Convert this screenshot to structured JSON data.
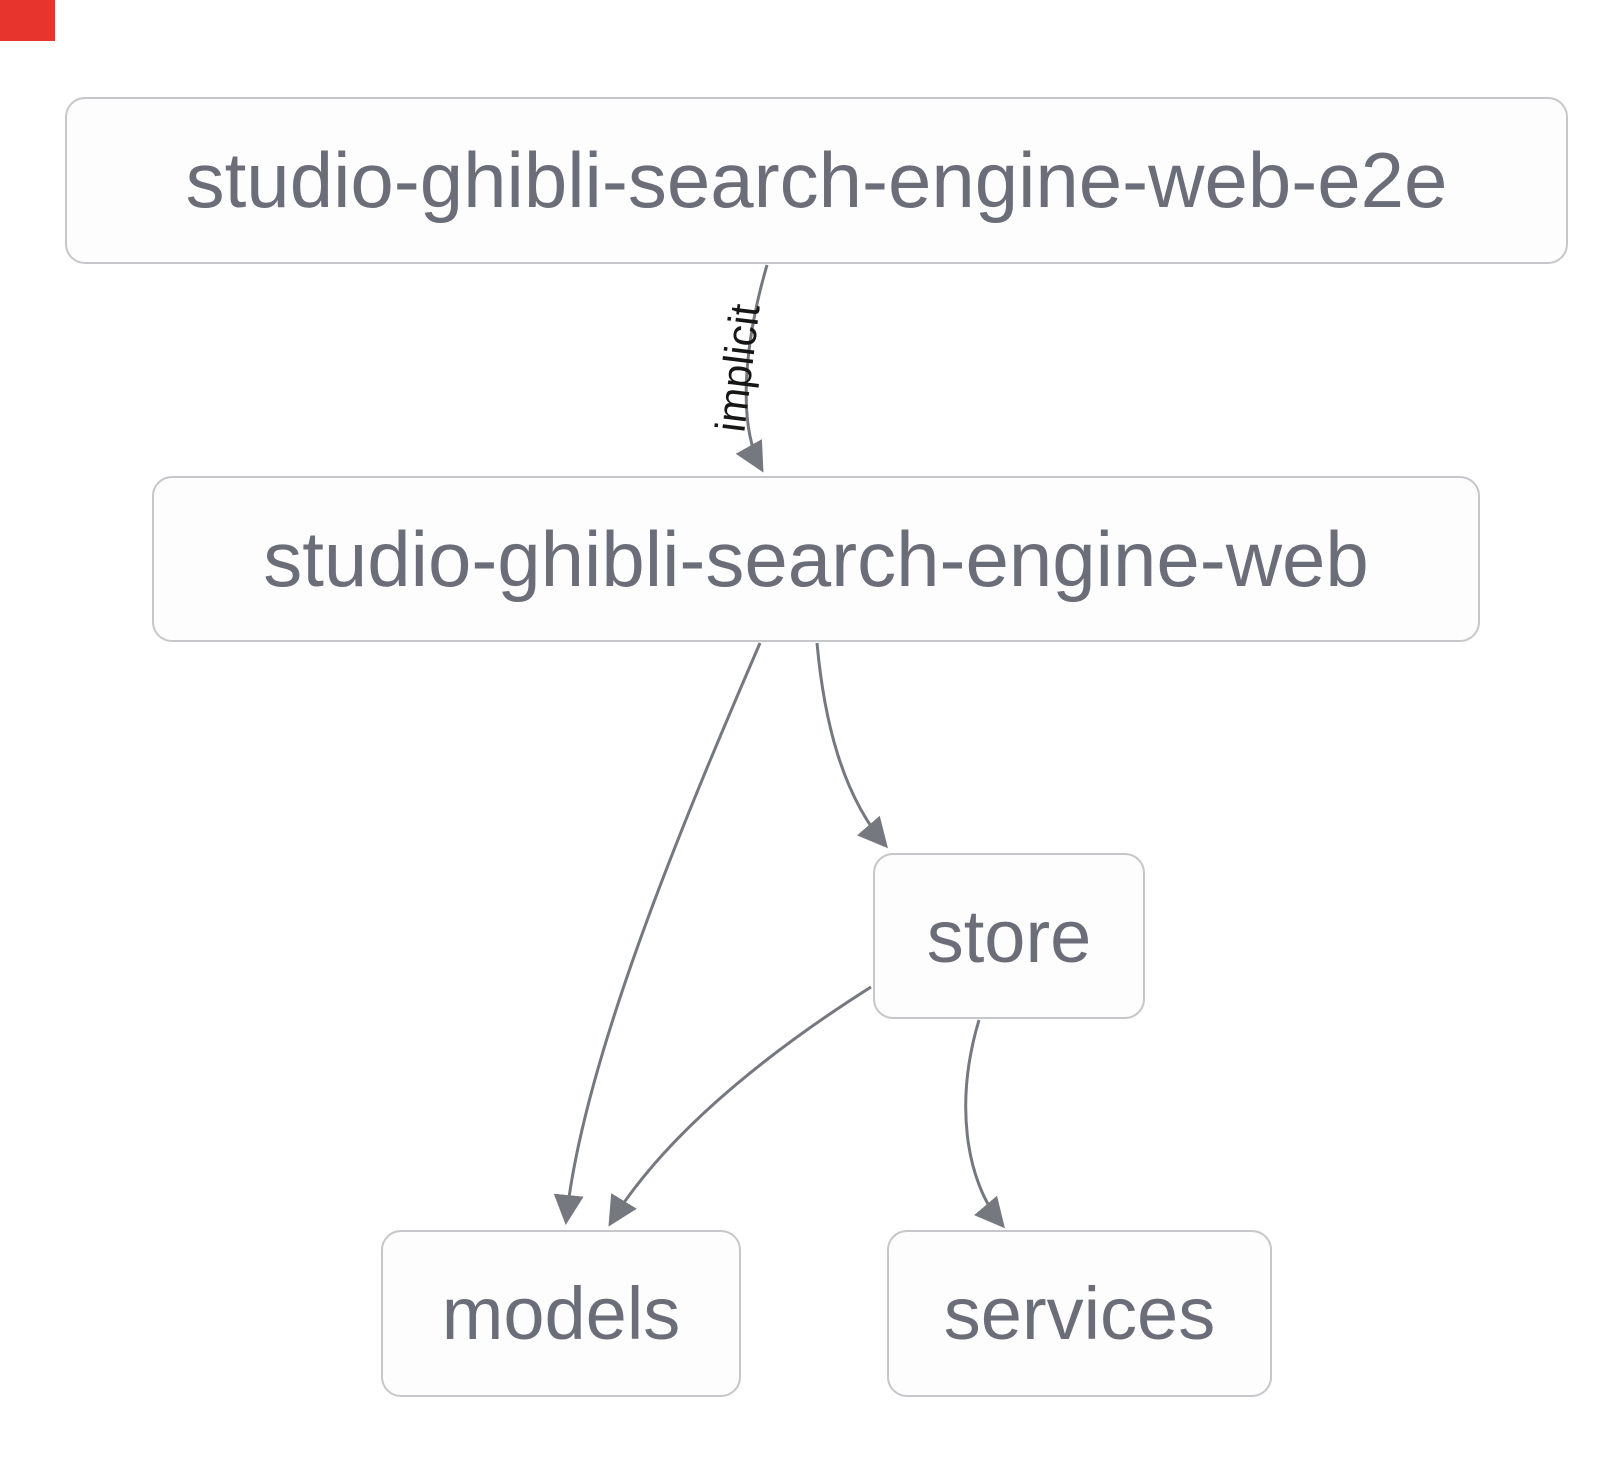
{
  "graph": {
    "nodes": [
      {
        "id": "e2e",
        "label": "studio-ghibli-search-engine-web-e2e"
      },
      {
        "id": "web",
        "label": "studio-ghibli-search-engine-web"
      },
      {
        "id": "store",
        "label": "store"
      },
      {
        "id": "models",
        "label": "models"
      },
      {
        "id": "services",
        "label": "services"
      }
    ],
    "edges": [
      {
        "from": "studio-ghibli-search-engine-web-e2e",
        "to": "studio-ghibli-search-engine-web",
        "label": "implicit"
      },
      {
        "from": "studio-ghibli-search-engine-web",
        "to": "models",
        "label": ""
      },
      {
        "from": "studio-ghibli-search-engine-web",
        "to": "store",
        "label": ""
      },
      {
        "from": "store",
        "to": "models",
        "label": ""
      },
      {
        "from": "store",
        "to": "services",
        "label": ""
      }
    ],
    "colors": {
      "background": "#ffffff",
      "node_fill": "#fdfdfe",
      "node_border": "#c7c7cb",
      "node_text": "#6b6e79",
      "edge_stroke": "#75787f",
      "edge_label_text": "#161616",
      "corner_marker_red": "#e7342c"
    }
  }
}
